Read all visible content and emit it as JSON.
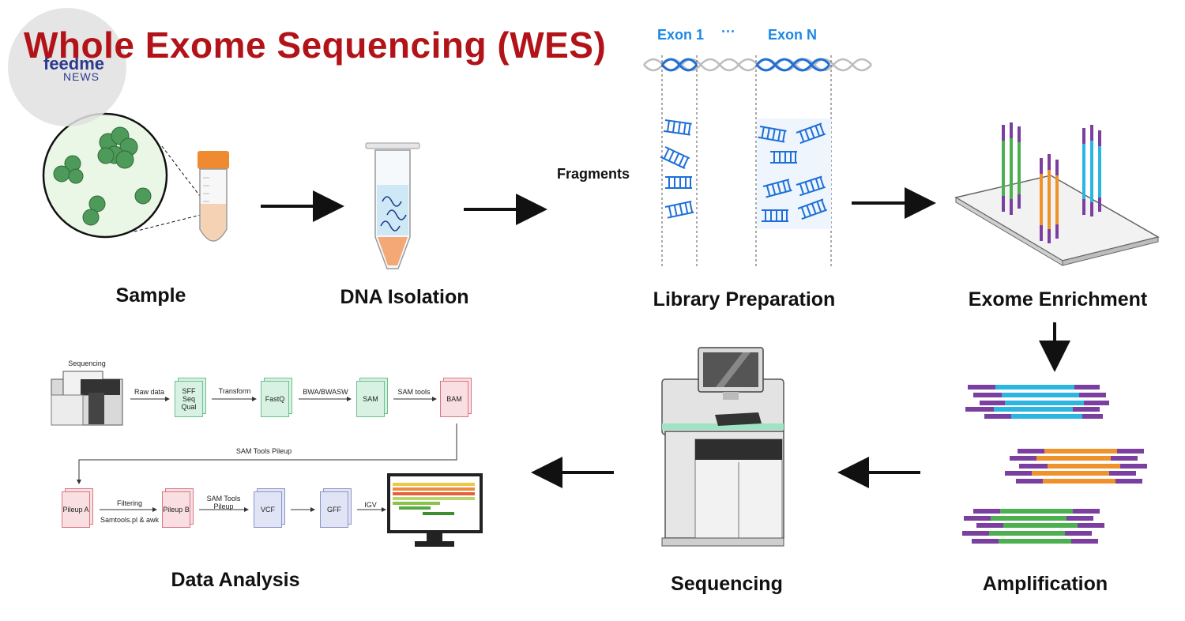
{
  "title": "Whole Exome Sequencing (WES)",
  "logo": {
    "brand": "feedme",
    "sub": "NEWS"
  },
  "steps": {
    "sample": "Sample",
    "dna_isolation": "DNA Isolation",
    "library_preparation": "Library Preparation",
    "exome_enrichment": "Exome Enrichment",
    "amplification": "Amplification",
    "sequencing": "Sequencing",
    "data_analysis": "Data Analysis"
  },
  "library": {
    "fragments": "Fragments",
    "exon1": "Exon 1",
    "dots": "···",
    "exonN": "Exon N"
  },
  "pipeline": {
    "sequencing": "Sequencing",
    "raw_data": "Raw data",
    "sff": "SFF Seq Qual",
    "transform": "Transform",
    "fastq": "FastQ",
    "bwa": "BWA/BWASW",
    "sam": "SAM",
    "sam_tools": "SAM tools",
    "bam": "BAM",
    "pileup_cmd": "SAM Tools Pileup",
    "pileup_a": "Pileup A",
    "filtering": "Filtering",
    "samtools_awk": "Samtools.pl & awk",
    "pileup_b": "Pileup B",
    "sam_tools_pileup": "SAM Tools Pileup",
    "vcf": "VCF",
    "gff": "GFF",
    "igv": "IGV"
  },
  "colors": {
    "title": "#b21318",
    "exon": "#1e88e5",
    "purple": "#7b3fa0",
    "cyan": "#2cb5e0",
    "orange": "#f0922b",
    "green": "#4caf50"
  }
}
